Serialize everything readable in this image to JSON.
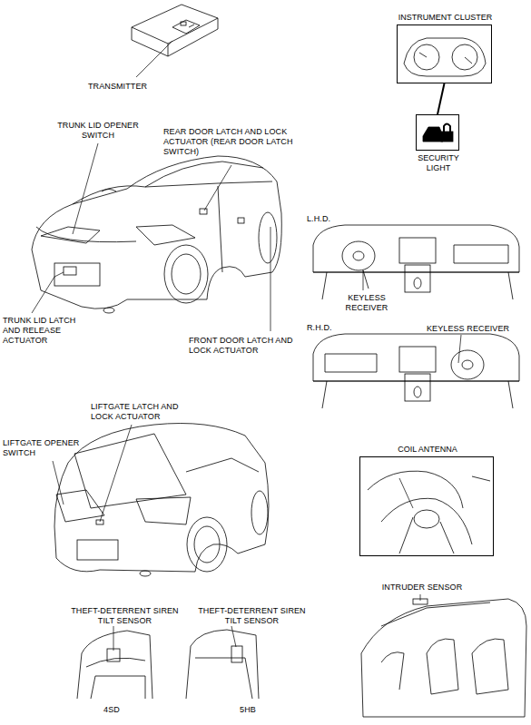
{
  "diagram": {
    "nodes": [
      {
        "text": [
          "INSTRUMENT CLUSTER"
        ]
      },
      {
        "text": [
          "SECURITY LIGHT"
        ]
      },
      {
        "text": [
          "COIL ANTENNA"
        ]
      }
    ],
    "edges": [
      {
        "from": 0,
        "to": 1,
        "arrow": "none"
      }
    ],
    "labels": [
      "TRANSMITTER",
      "TRUNK LID OPENER SWITCH",
      "REAR DOOR LATCH AND LOCK ACTUATOR (REAR DOOR LATCH SWITCH)",
      "TRUNK LID LATCH AND RELEASE ACTUATOR",
      "FRONT DOOR LATCH AND LOCK ACTUATOR",
      "L.H.D.",
      "KEYLESS RECEIVER",
      "R.H.D.",
      "KEYLESS RECEIVER",
      "LIFTGATE LATCH AND LOCK ACTUATOR",
      "LIFTGATE OPENER SWITCH",
      "THEFT-DETERRENT SIREN TILT SENSOR",
      "THEFT-DETERRENT SIREN TILT SENSOR",
      "4SD",
      "5HB",
      "INTRUDER SENSOR"
    ]
  }
}
